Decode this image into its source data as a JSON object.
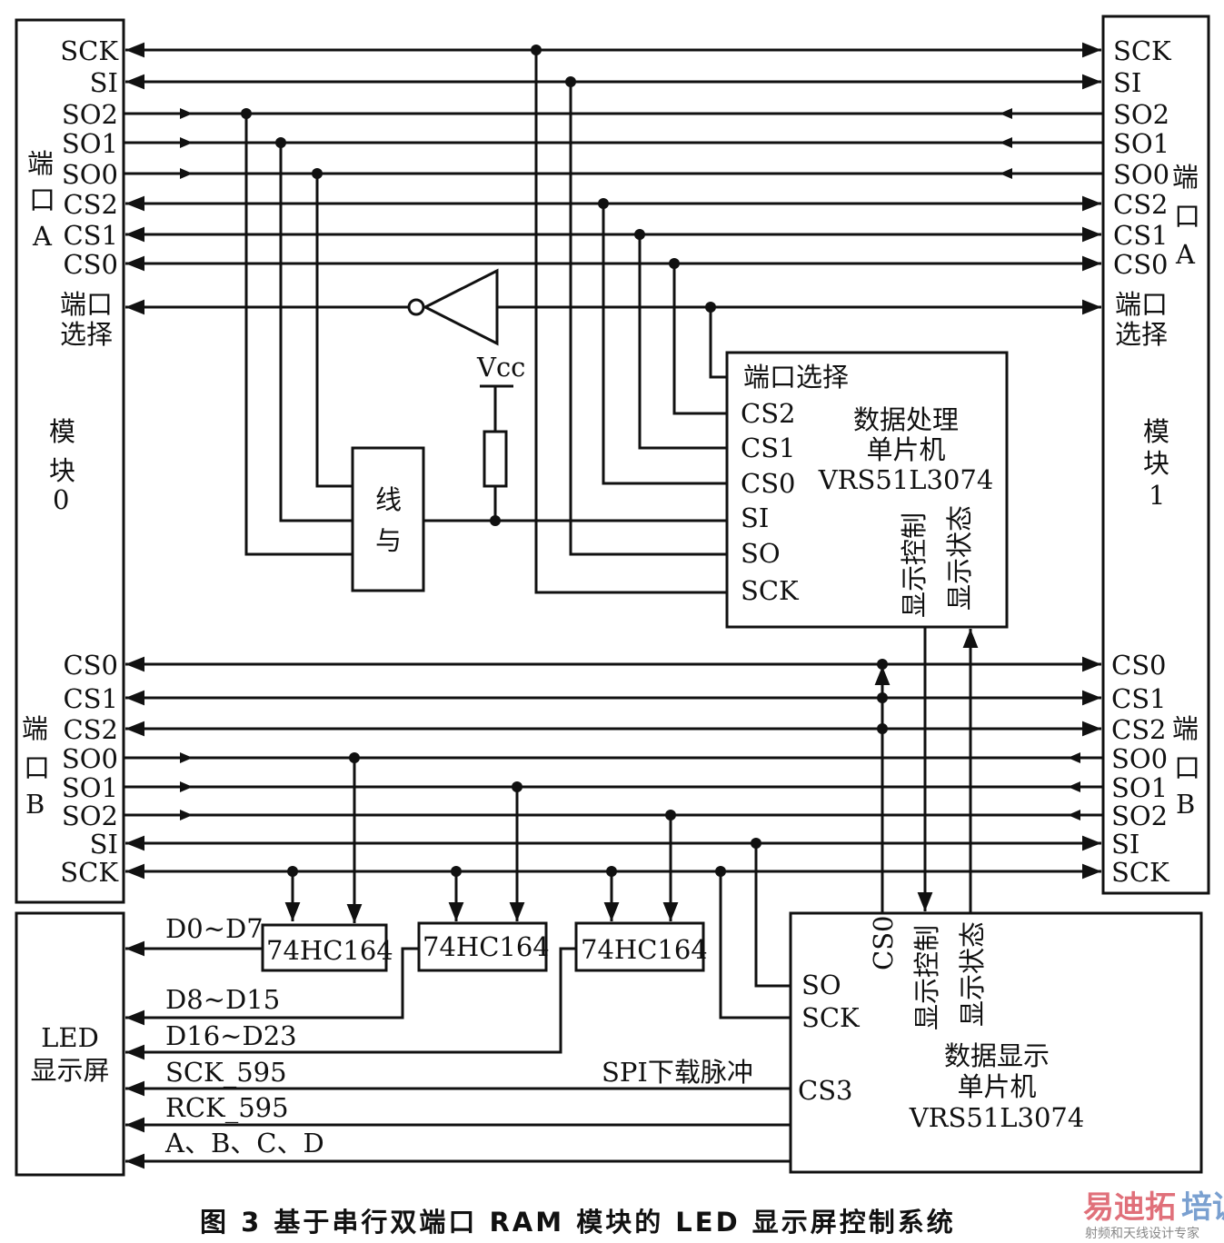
{
  "module0": {
    "label": [
      "模",
      "块",
      "0"
    ]
  },
  "module1": {
    "label": [
      "模",
      "块",
      "1"
    ]
  },
  "port_a": {
    "label": [
      "端",
      "口",
      "A"
    ],
    "signals": [
      "SCK",
      "SI",
      "SO2",
      "SO1",
      "SO0",
      "CS2",
      "CS1",
      "CS0"
    ],
    "select_label": [
      "端口",
      "选择"
    ]
  },
  "port_b": {
    "label": [
      "端",
      "口",
      "B"
    ],
    "signals": [
      "CS0",
      "CS1",
      "CS2",
      "SO0",
      "SO1",
      "SO2",
      "SI",
      "SCK"
    ]
  },
  "vcc": "Vcc",
  "wired_and": [
    "线",
    "与"
  ],
  "processing_mcu": {
    "pins": [
      "端口选择",
      "CS2",
      "CS1",
      "CS0",
      "SI",
      "SO",
      "SCK"
    ],
    "title": [
      "数据处理",
      "单片机",
      "VRS51L3074"
    ],
    "outputs": [
      "显示控制",
      "显示状态"
    ]
  },
  "chips": [
    "74HC164",
    "74HC164",
    "74HC164"
  ],
  "led": {
    "label": [
      "LED",
      "显示屏"
    ]
  },
  "led_signals": [
    "D0~D7",
    "D8~D15",
    "D16~D23",
    "SCK_595",
    "RCK_595",
    "A、B、C、D"
  ],
  "spi_label": "SPI下载脉冲",
  "display_mcu": {
    "pins": [
      "SO",
      "SCK",
      "CS3"
    ],
    "vertical": [
      "CS0",
      "显示控制",
      "显示状态"
    ],
    "title": [
      "数据显示",
      "单片机",
      "VRS51L3074"
    ]
  },
  "caption": "图 3   基于串行双端口 RAM 模块的 LED 显示屏控制系统",
  "watermark": {
    "brand": "易迪拓培训",
    "slogan": "射频和天线设计专家",
    "brand_color_1": "#e0707a",
    "brand_color_2": "#7aa0d0"
  }
}
